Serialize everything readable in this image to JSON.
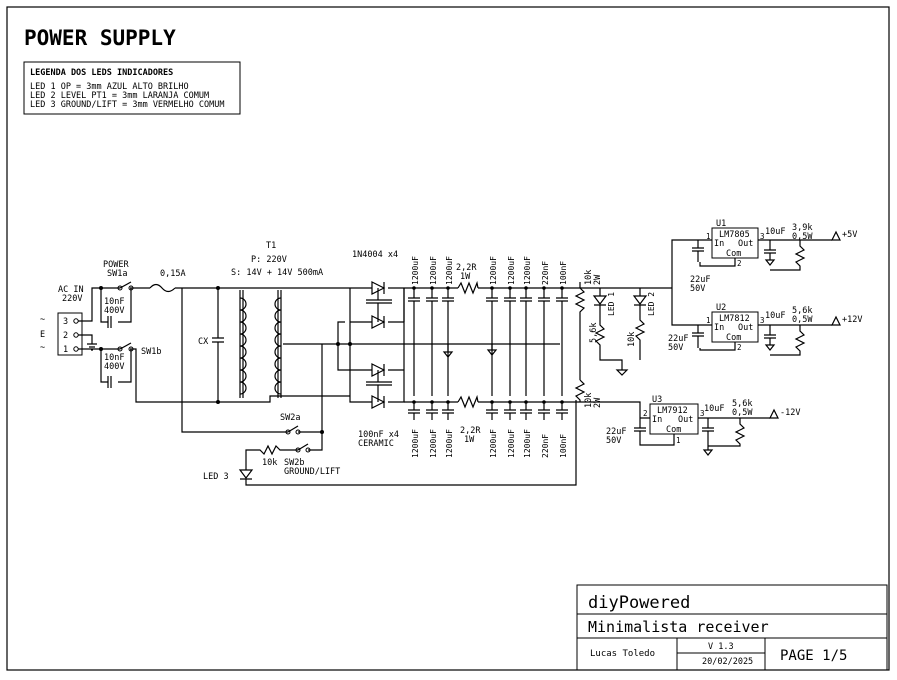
{
  "page_title": "POWER SUPPLY",
  "legend": {
    "title": "LEGENDA DOS LEDS INDICADORES",
    "lines": [
      "LED 1 OP = 3mm AZUL ALTO BRILHO",
      "LED 2 LEVEL PT1 = 3mm LARANJA COMUM",
      "LED 3 GROUND/LIFT = 3mm VERMELHO COMUM"
    ]
  },
  "input": {
    "label": "AC IN",
    "voltage": "220V",
    "pins": [
      "3",
      "2",
      "1"
    ],
    "pin_marks": [
      "~",
      "E",
      "~"
    ]
  },
  "power_switch": {
    "label": "POWER",
    "ref": "SW1a",
    "ref_b": "SW1b"
  },
  "fuse": "0,15A",
  "snubbers": [
    {
      "c": "10nF",
      "v": "400V"
    },
    {
      "c": "10nF",
      "v": "400V"
    }
  ],
  "cx": "CX",
  "transformer": {
    "ref": "T1",
    "primary": "P: 220V",
    "secondary": "S: 14V + 14V 500mA"
  },
  "ground_switch": {
    "ref_a": "SW2a",
    "ref_b": "SW2b",
    "label": "GROUND/LIFT",
    "resistor": "10k",
    "led": "LED 3"
  },
  "bridge": {
    "diodes": "1N4004 x4",
    "caps": "100nF x4",
    "caps_type": "CERAMIC"
  },
  "pos_filter": {
    "caps": [
      "1200uF",
      "1200uF",
      "1200uF",
      "1200uF",
      "1200uF",
      "1200uF",
      "220nF",
      "100nF"
    ],
    "res_value": "2,2R",
    "res_power": "1W"
  },
  "neg_filter": {
    "caps": [
      "1200uF",
      "1200uF",
      "1200uF",
      "1200uF",
      "1200uF",
      "1200uF",
      "220nF",
      "100nF"
    ],
    "res_value": "2,2R",
    "res_power": "1W"
  },
  "bleeders": [
    {
      "r": "10k",
      "p": "2W"
    },
    {
      "r": "10k",
      "p": "2W"
    }
  ],
  "leds": {
    "led1": "LED 1",
    "led2": "LED 2",
    "r1": "5,6k",
    "r2": "10k"
  },
  "u1": {
    "ref": "U1",
    "part": "LM7805",
    "in": "In",
    "out": "Out",
    "com": "Com",
    "pin_in": "1",
    "pin_out": "3",
    "pin_com": "2",
    "cin": "22uF",
    "cin_v": "50V",
    "cout": "10uF",
    "r": "3,9k",
    "rp": "0,5W",
    "rail": "+5V"
  },
  "u2": {
    "ref": "U2",
    "part": "LM7812",
    "in": "In",
    "out": "Out",
    "com": "Com",
    "pin_in": "1",
    "pin_out": "3",
    "pin_com": "2",
    "cin": "22uF",
    "cin_v": "50V",
    "cout": "10uF",
    "r": "5,6k",
    "rp": "0,5W",
    "rail": "+12V"
  },
  "u3": {
    "ref": "U3",
    "part": "LM7912",
    "in": "In",
    "out": "Out",
    "com": "Com",
    "pin_in": "2",
    "pin_out": "3",
    "pin_com": "1",
    "cin": "22uF",
    "cin_v": "50V",
    "cout": "10uF",
    "r": "5,6k",
    "rp": "0,5W",
    "rail": "-12V"
  },
  "title_block": {
    "brand": "diyPowered",
    "project": "Minimalista receiver",
    "author": "Lucas Toledo",
    "version": "V 1.3",
    "date": "20/02/2025",
    "page": "PAGE 1/5"
  }
}
